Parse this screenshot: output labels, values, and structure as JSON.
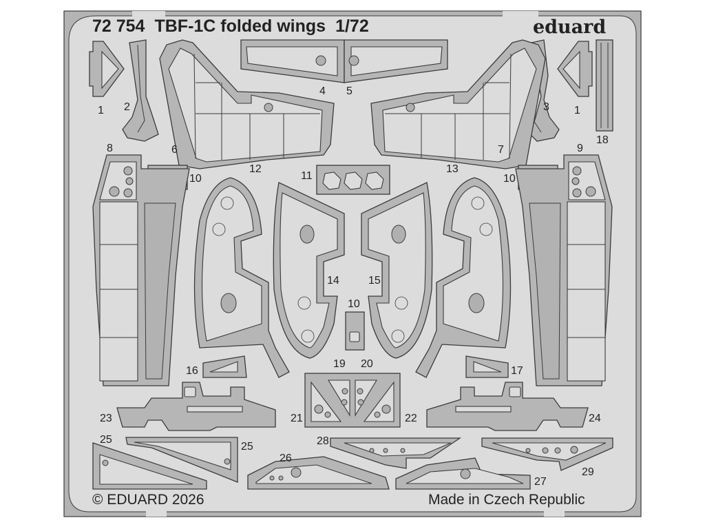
{
  "sheet": {
    "product_code": "72 754",
    "product_name": "TBF-1C folded wings",
    "scale": "1/72",
    "brand": "eduard",
    "copyright": "© EDUARD 2026",
    "origin": "Made in Czech Republic",
    "colors": {
      "frame_fill": "#dcdcdc",
      "frame_border": "#b4b4b4",
      "part_fill": "#b6b6b6",
      "outline": "#3a3a3a",
      "text": "#222222",
      "background": "#ffffff"
    }
  },
  "parts": [
    {
      "label": "1"
    },
    {
      "label": "2"
    },
    {
      "label": "3"
    },
    {
      "label": "1"
    },
    {
      "label": "4"
    },
    {
      "label": "5"
    },
    {
      "label": "6"
    },
    {
      "label": "7"
    },
    {
      "label": "8"
    },
    {
      "label": "9"
    },
    {
      "label": "10"
    },
    {
      "label": "10"
    },
    {
      "label": "10"
    },
    {
      "label": "11"
    },
    {
      "label": "12"
    },
    {
      "label": "13"
    },
    {
      "label": "14"
    },
    {
      "label": "15"
    },
    {
      "label": "16"
    },
    {
      "label": "17"
    },
    {
      "label": "18"
    },
    {
      "label": "19"
    },
    {
      "label": "20"
    },
    {
      "label": "21"
    },
    {
      "label": "22"
    },
    {
      "label": "23"
    },
    {
      "label": "24"
    },
    {
      "label": "25"
    },
    {
      "label": "25"
    },
    {
      "label": "26"
    },
    {
      "label": "27"
    },
    {
      "label": "28"
    },
    {
      "label": "29"
    }
  ]
}
